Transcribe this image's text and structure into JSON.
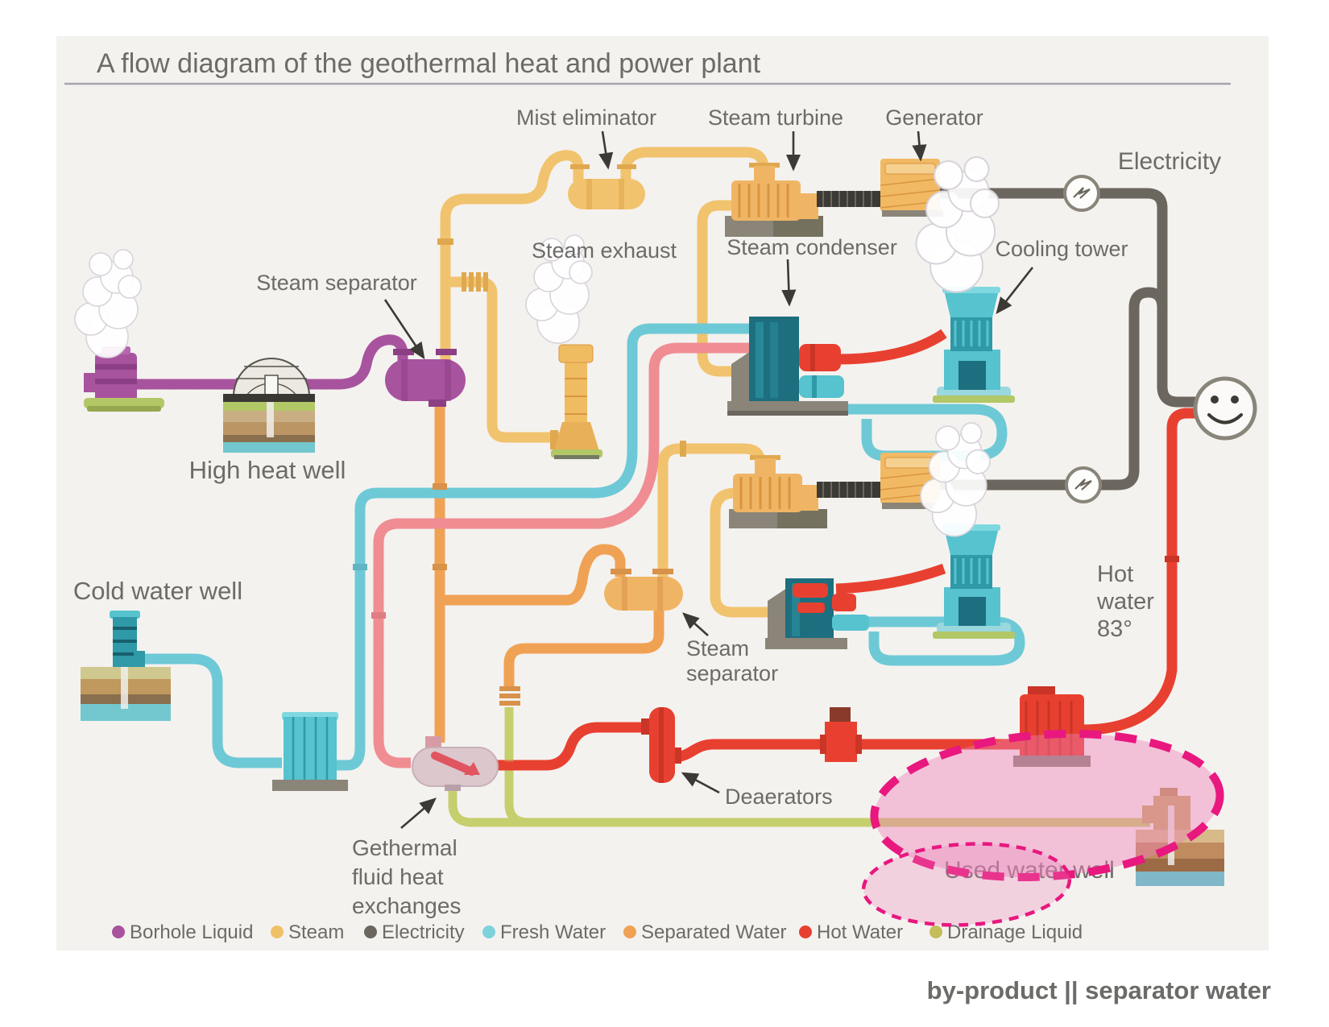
{
  "title": "A flow diagram of the geothermal heat and power plant",
  "labels": {
    "mist_eliminator": "Mist eliminator",
    "steam_turbine": "Steam turbine",
    "generator": "Generator",
    "electricity": "Electricity",
    "steam_separator_top": "Steam separator",
    "steam_exhaust": "Steam exhaust",
    "steam_condenser": "Steam condenser",
    "cooling_tower": "Cooling tower",
    "high_heat_well": "High heat well",
    "cold_water_well": "Cold water well",
    "steam_separator_mid_1": "Steam",
    "steam_separator_mid_2": "separator",
    "hot_water_1": "Hot",
    "hot_water_2": "water",
    "hot_water_3": "83°",
    "deaerators": "Deaerators",
    "heat_exchanger_1": "Gethermal",
    "heat_exchanger_2": "fluid heat",
    "heat_exchanger_3": "exchanges",
    "used_water_well": "Used water well"
  },
  "legend": {
    "items": [
      {
        "label": "Borhole Liquid",
        "color": "#a8539e"
      },
      {
        "label": "Steam",
        "color": "#f0c068"
      },
      {
        "label": "Electricity",
        "color": "#6b675e"
      },
      {
        "label": "Fresh Water",
        "color": "#7fd2dc"
      },
      {
        "label": "Separated Water",
        "color": "#f0a254"
      },
      {
        "label": "Hot Water",
        "color": "#e84030"
      },
      {
        "label": "Drainage Liquid",
        "color": "#c3bd5a"
      }
    ]
  },
  "annotations": {
    "byproduct": "by-product || separator water",
    "highlight_color": "#e8187f"
  }
}
